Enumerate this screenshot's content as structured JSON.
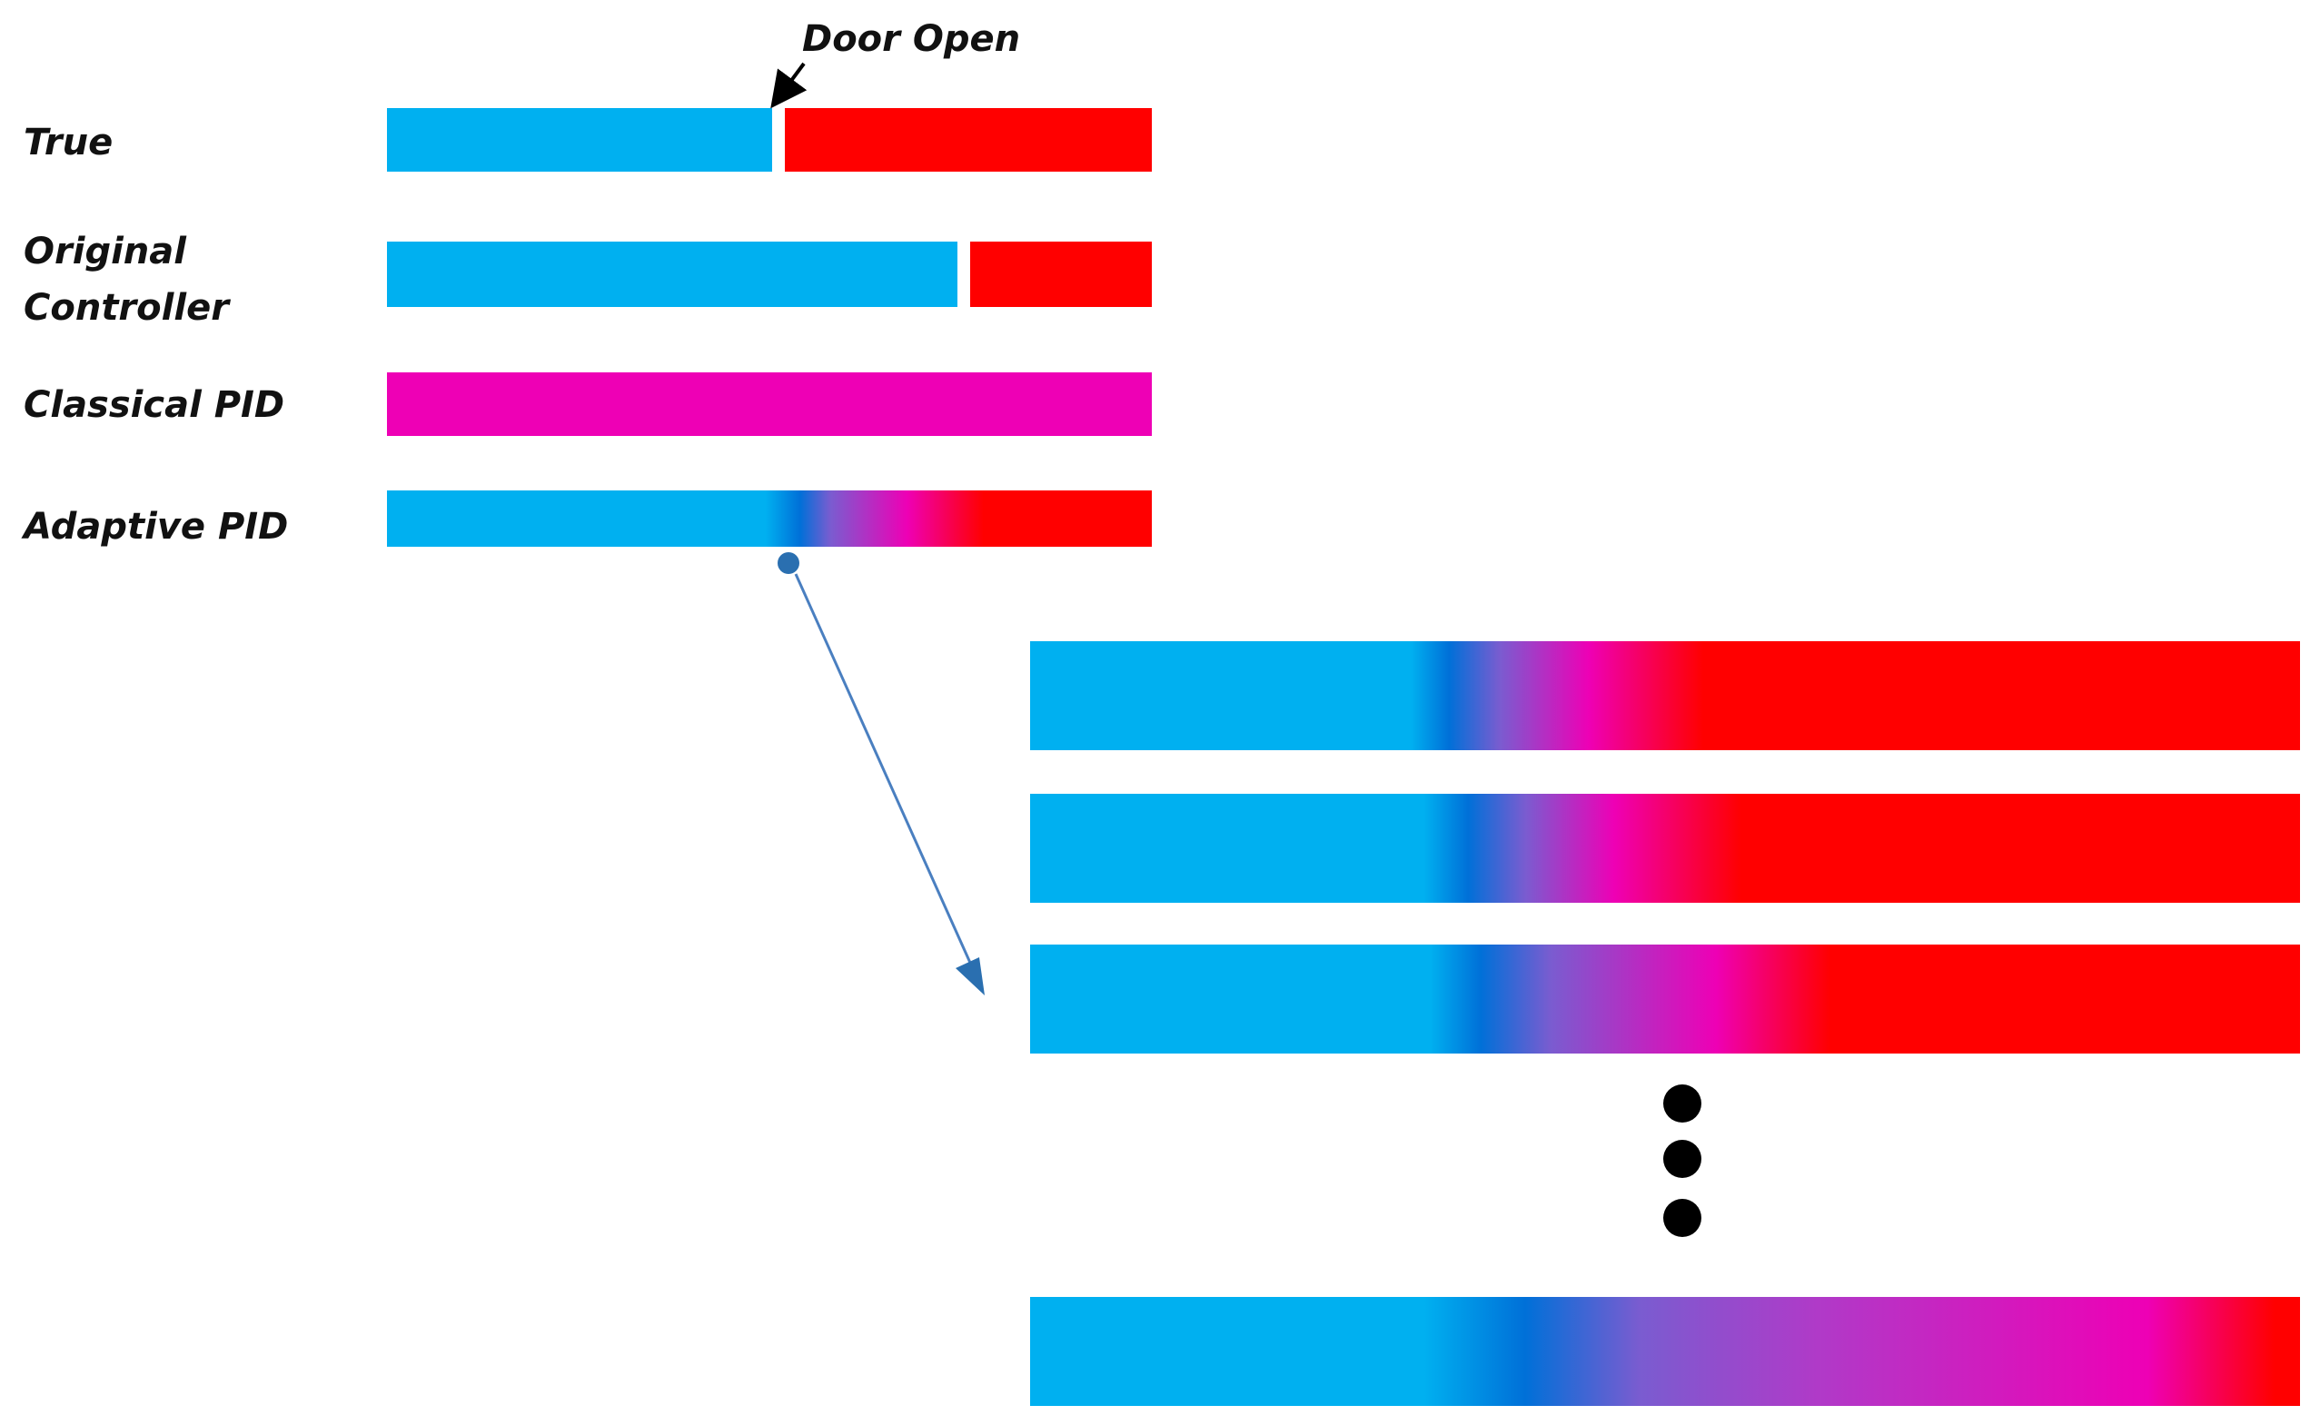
{
  "annotation": {
    "door_open": "Door Open"
  },
  "rows": [
    {
      "label": "True"
    },
    {
      "label": "Original\nController"
    },
    {
      "label": "Classical PID"
    },
    {
      "label": "Adaptive PID"
    }
  ],
  "colors": {
    "blue": "#00b0f0",
    "red": "#ff0000",
    "magenta": "#ee00b5",
    "deep_blue": "#0070d8",
    "violet": "#7a5cd0",
    "connector": "#4a7fc0",
    "dot": "#000000"
  }
}
